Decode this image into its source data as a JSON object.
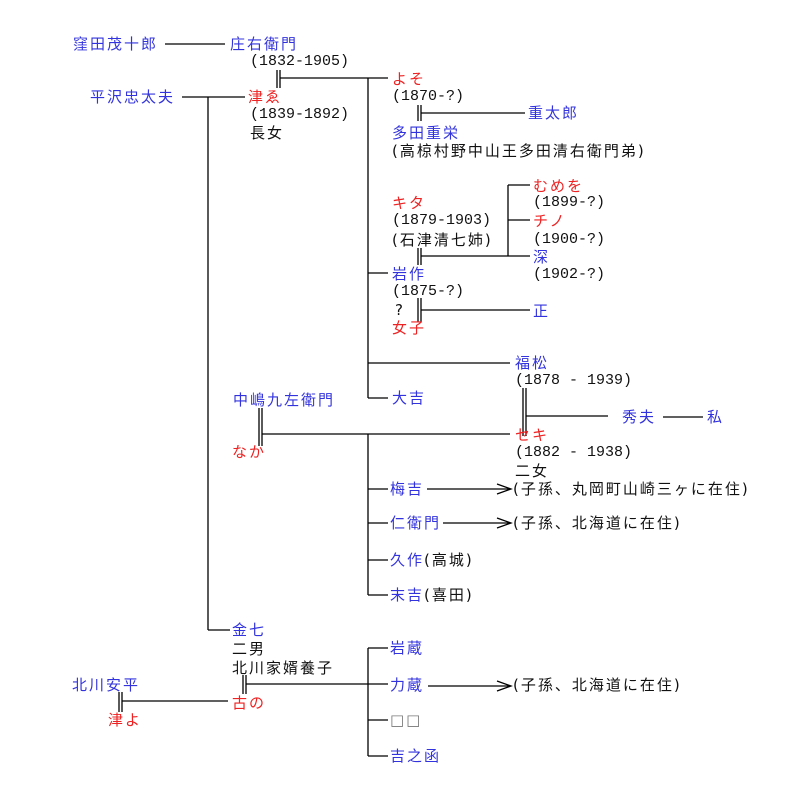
{
  "colors": {
    "male": "#3333dd",
    "female": "#ee2222",
    "note": "#111111",
    "unknown": "#777777"
  },
  "people": {
    "kubota_moshujuro": {
      "name": "窪田茂十郎"
    },
    "shoemon": {
      "name": "庄右衛門",
      "years": "(1832-1905)"
    },
    "hirasawa_chudayu": {
      "name": "平沢忠太夫"
    },
    "tsue": {
      "name": "津ゑ",
      "years": "(1839-1892)",
      "note": "長女"
    },
    "yoso": {
      "name": "よそ",
      "years": "(1870-?)"
    },
    "jutaro": {
      "name": "重太郎"
    },
    "tada_shigeei": {
      "name": "多田重栄",
      "note": "(高椋村野中山王多田清右衛門弟)"
    },
    "kita": {
      "name": "キタ",
      "years": "(1879-1903)",
      "note": "(石津清七姉)"
    },
    "mumewo": {
      "name": "むめを",
      "years": "(1899-?)"
    },
    "chino": {
      "name": "チノ",
      "years": "(1900-?)"
    },
    "fuka": {
      "name": "深",
      "years": "(1902-?)"
    },
    "iwasaku": {
      "name": "岩作",
      "years": "(1875-?)"
    },
    "iwasaku_wife": {
      "prefix": "?",
      "name": "女子"
    },
    "tadashi": {
      "name": "正"
    },
    "fukumatsu": {
      "name": "福松",
      "years": "(1878 - 1939)"
    },
    "daikichi": {
      "name": "大吉"
    },
    "nakajima_kuzaemon": {
      "name": "中嶋九左衛門"
    },
    "naka": {
      "name": "なか"
    },
    "seki": {
      "name": "セキ",
      "years": "(1882 - 1938)",
      "note": "二女"
    },
    "hideo": {
      "name": "秀夫"
    },
    "watashi": {
      "name": "私"
    },
    "umekichi": {
      "name": "梅吉",
      "note": "(子孫、丸岡町山崎三ヶに在住)"
    },
    "niemon": {
      "name": "仁衛門",
      "note": "(子孫、北海道に在住)"
    },
    "kyusaku": {
      "name": "久作",
      "note": "(高城)"
    },
    "suekichi": {
      "name": "末吉",
      "note": "(喜田)"
    },
    "kinshichi": {
      "name": "金七",
      "note1": "二男",
      "note2": "北川家婿養子"
    },
    "kitagawa_yasuhei": {
      "name": "北川安平"
    },
    "tsuyo": {
      "name": "津よ"
    },
    "kichino": {
      "name": "古の"
    },
    "iwazo": {
      "name": "岩蔵"
    },
    "rikizo": {
      "name": "力蔵",
      "note": "(子孫、北海道に在住)"
    },
    "unknown_child": {
      "name": "□□"
    },
    "kichinohako": {
      "name": "吉之函"
    }
  }
}
